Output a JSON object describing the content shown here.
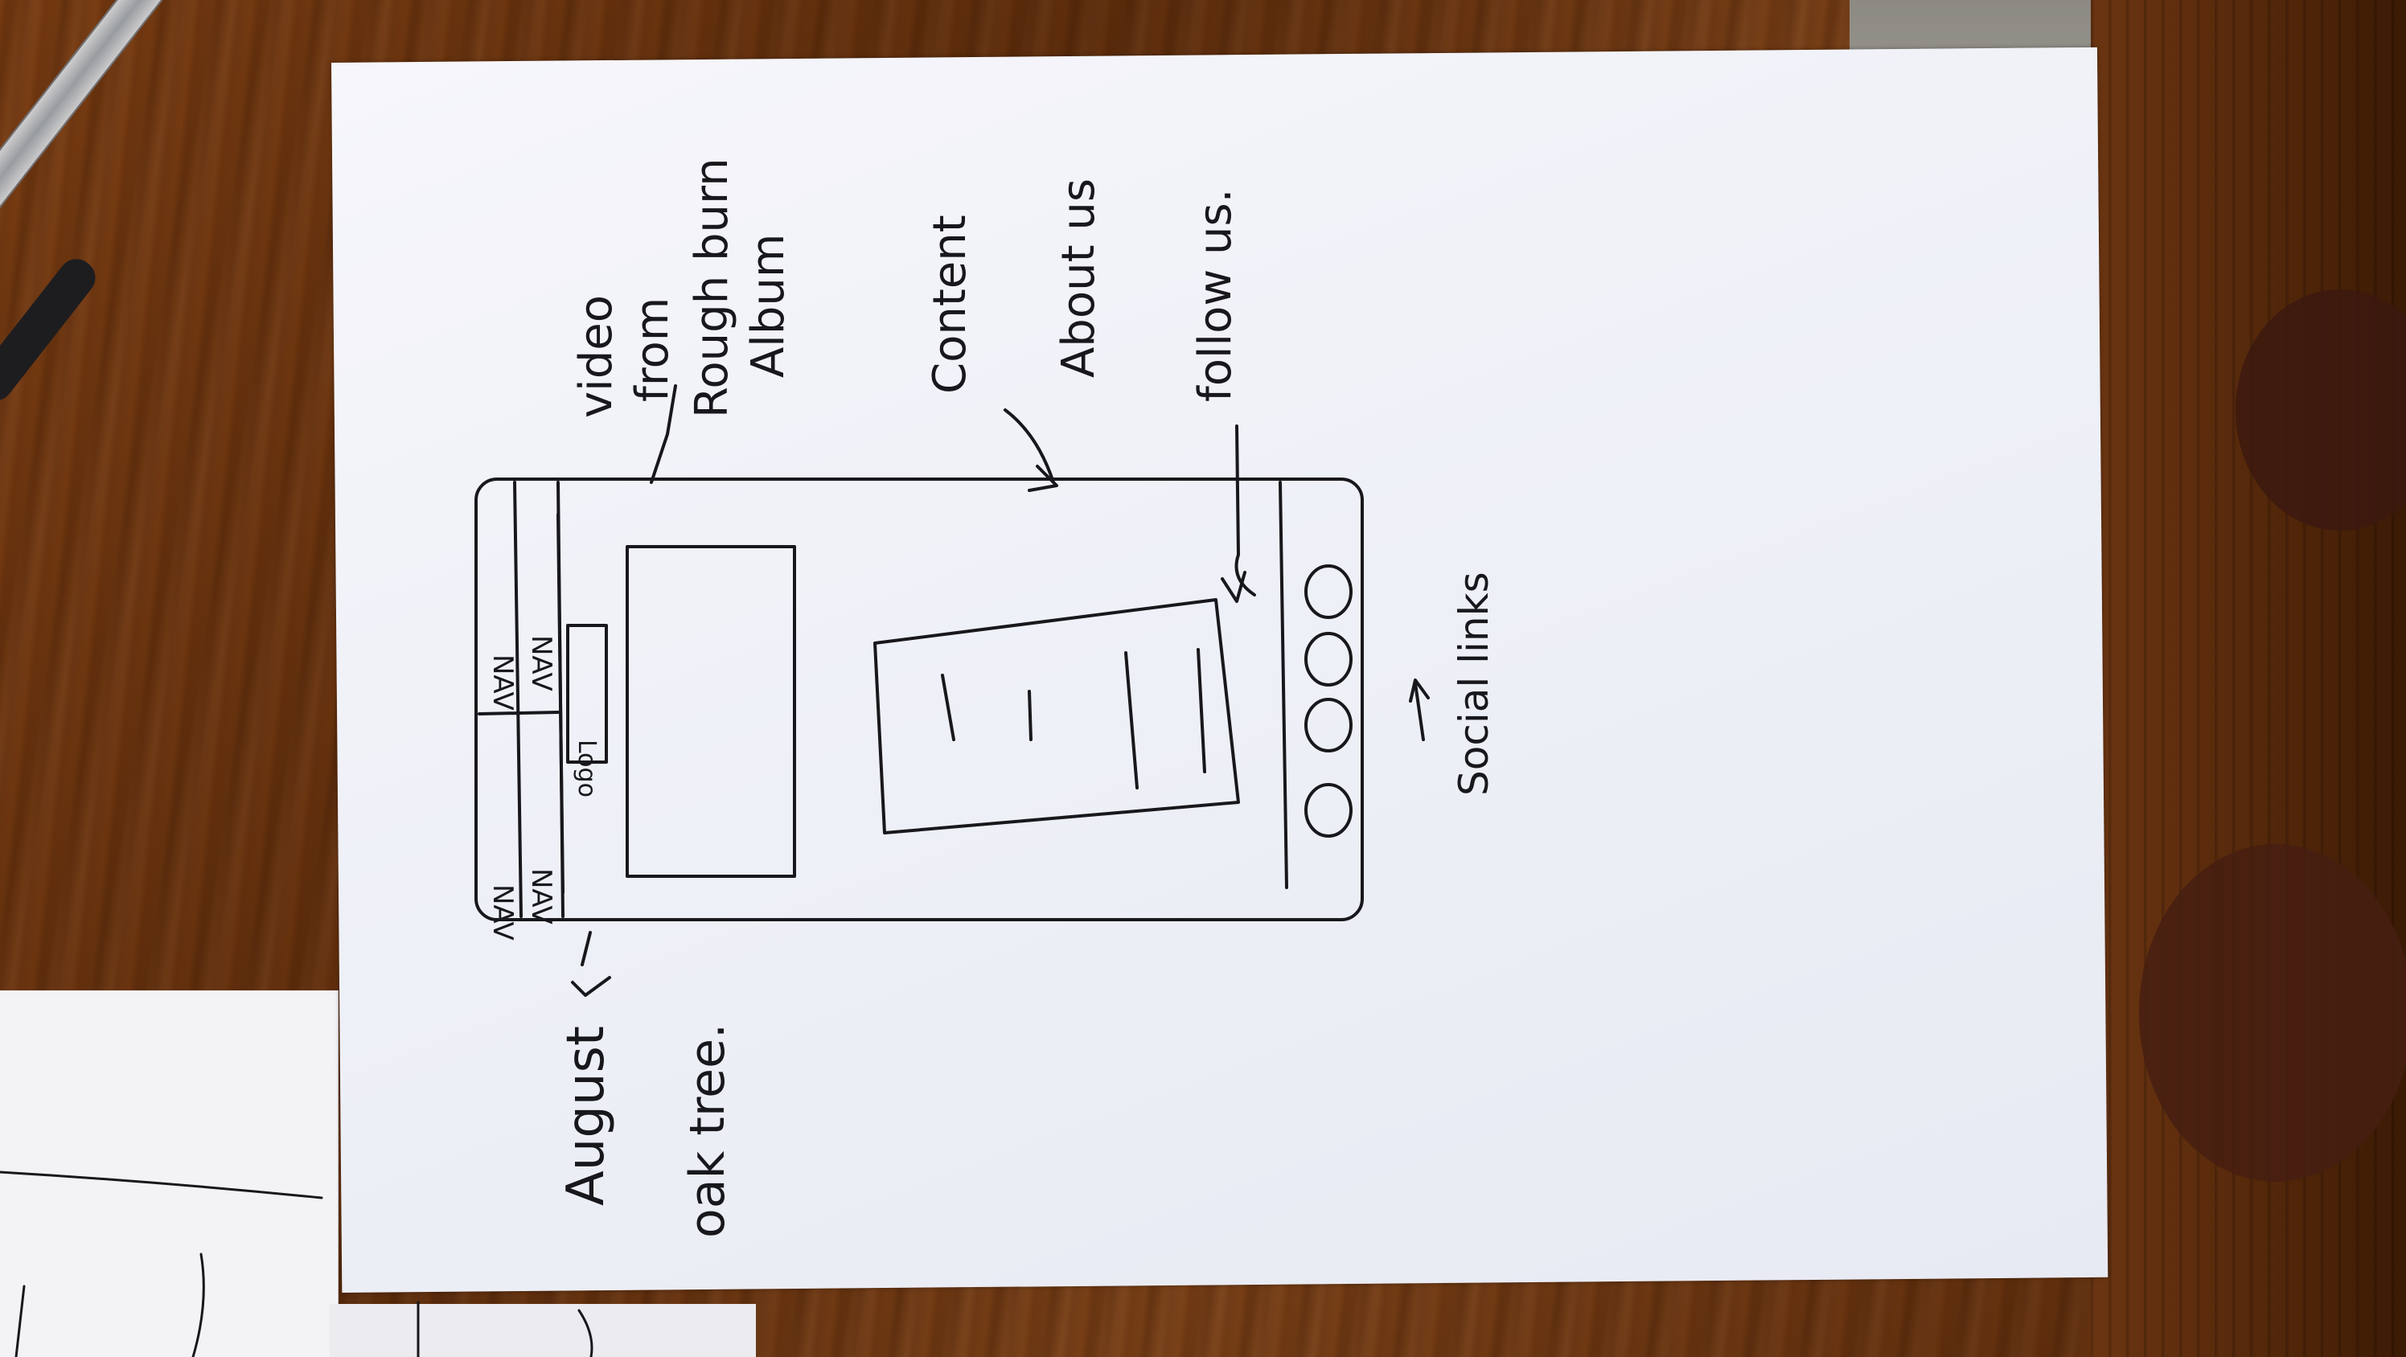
{
  "sketch": {
    "annotations": {
      "video_label": [
        "video",
        "from",
        "Rough burn",
        "Album"
      ],
      "content_label": "Content",
      "about_label": "About us",
      "follow_label": "follow us.",
      "social_label": "Social links",
      "title_label": [
        "August",
        "oak tree."
      ]
    },
    "phone": {
      "nav_items": [
        "NAV",
        "NAV",
        "NAV",
        "NAV"
      ],
      "logo_label": "Logo",
      "social_circle_count": 4
    }
  },
  "colors": {
    "ink": "#18181c",
    "paper": "#f2f3f9",
    "table_wood": "#6b3613"
  },
  "icons": [
    "pen-icon",
    "circle-icon"
  ]
}
